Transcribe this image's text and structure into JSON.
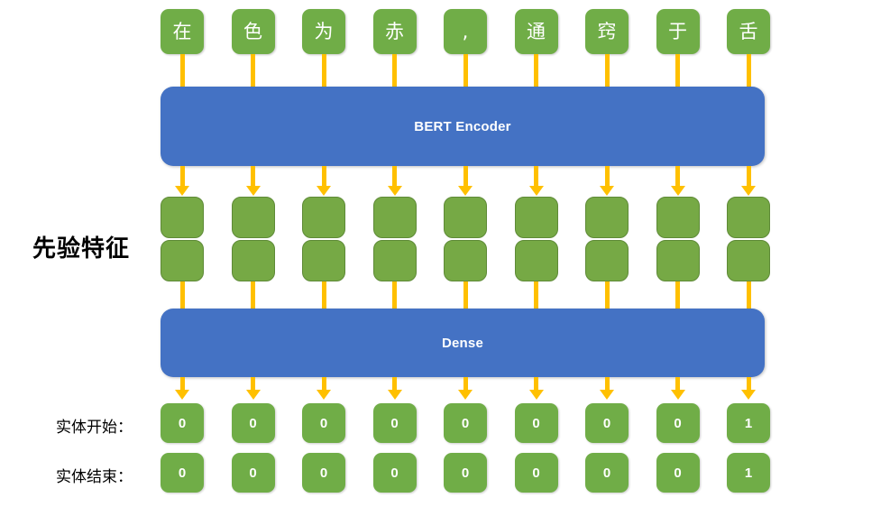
{
  "diagram": {
    "title": "BERT Encoder entity start/end tagging diagram",
    "colors": {
      "green": "#70AD47",
      "green_feature": "#76A945",
      "green_feature_border": "#5E8A37",
      "blue": "#4472C4",
      "arrow": "#FFC000",
      "text_light": "#FFFFFF",
      "text_dark": "#000000"
    },
    "tokens": [
      {
        "char": "在"
      },
      {
        "char": "色"
      },
      {
        "char": "为"
      },
      {
        "char": "赤"
      },
      {
        "char": ","
      },
      {
        "char": "通"
      },
      {
        "char": "窍"
      },
      {
        "char": "于"
      },
      {
        "char": "舌"
      }
    ],
    "encoder": {
      "label": "BERT Encoder"
    },
    "dense": {
      "label": "Dense"
    },
    "prior_features": {
      "label": "先验特征",
      "rows": 2,
      "columns": 9
    },
    "outputs": [
      {
        "label": "实体开始：",
        "name": "entity-start",
        "values": [
          "0",
          "0",
          "0",
          "0",
          "0",
          "0",
          "0",
          "0",
          "1"
        ]
      },
      {
        "label": "实体结束：",
        "name": "entity-end",
        "values": [
          "0",
          "0",
          "0",
          "0",
          "0",
          "0",
          "0",
          "0",
          "1"
        ]
      }
    ]
  }
}
